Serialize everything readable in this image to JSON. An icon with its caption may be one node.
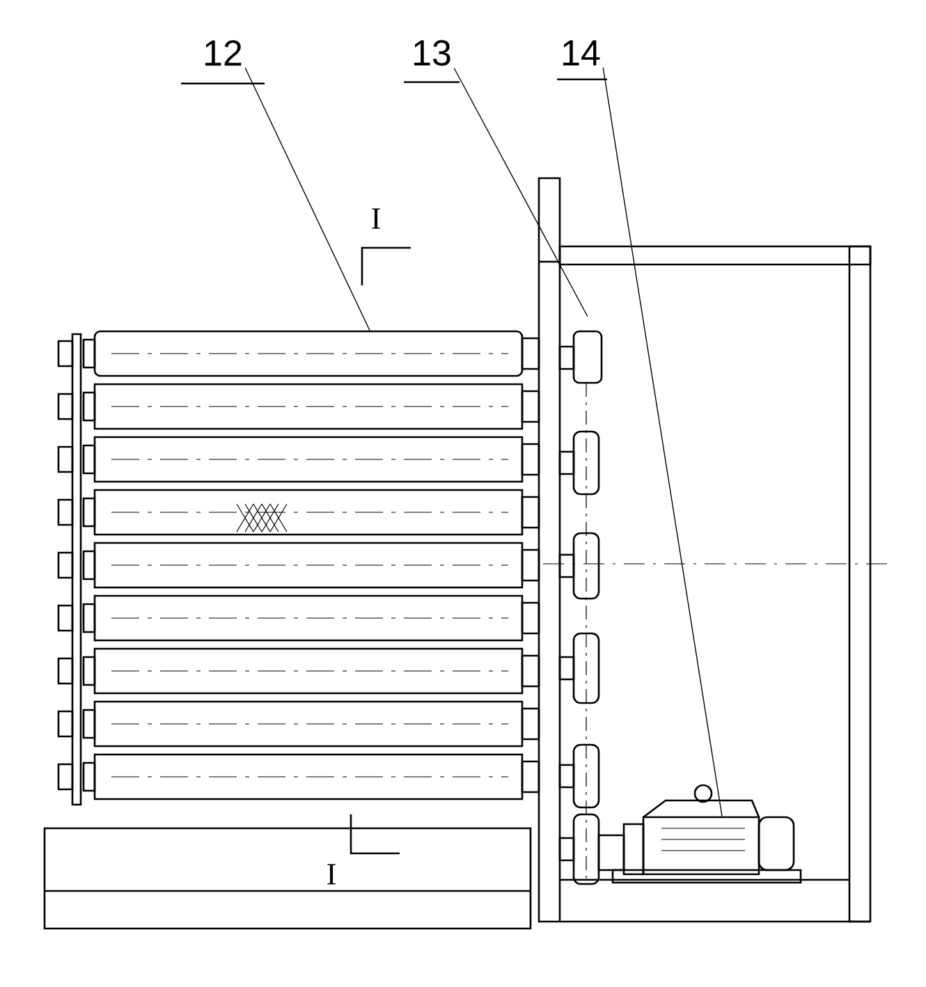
{
  "diagram": {
    "nodes": [
      {
        "text": [
          "12"
        ]
      },
      {
        "text": [
          "13"
        ]
      },
      {
        "text": [
          "14"
        ]
      },
      {
        "text": [],
        "shape": "cylinder"
      },
      {
        "text": [],
        "shape": "cylinder"
      },
      {
        "text": [],
        "shape": "box"
      }
    ],
    "edges": [
      {
        "from": 0,
        "to": 3,
        "arrow": "none"
      },
      {
        "from": 1,
        "to": 4,
        "arrow": "none"
      },
      {
        "from": 2,
        "to": 5,
        "arrow": "none"
      }
    ],
    "labels": [
      "I",
      "I"
    ]
  }
}
